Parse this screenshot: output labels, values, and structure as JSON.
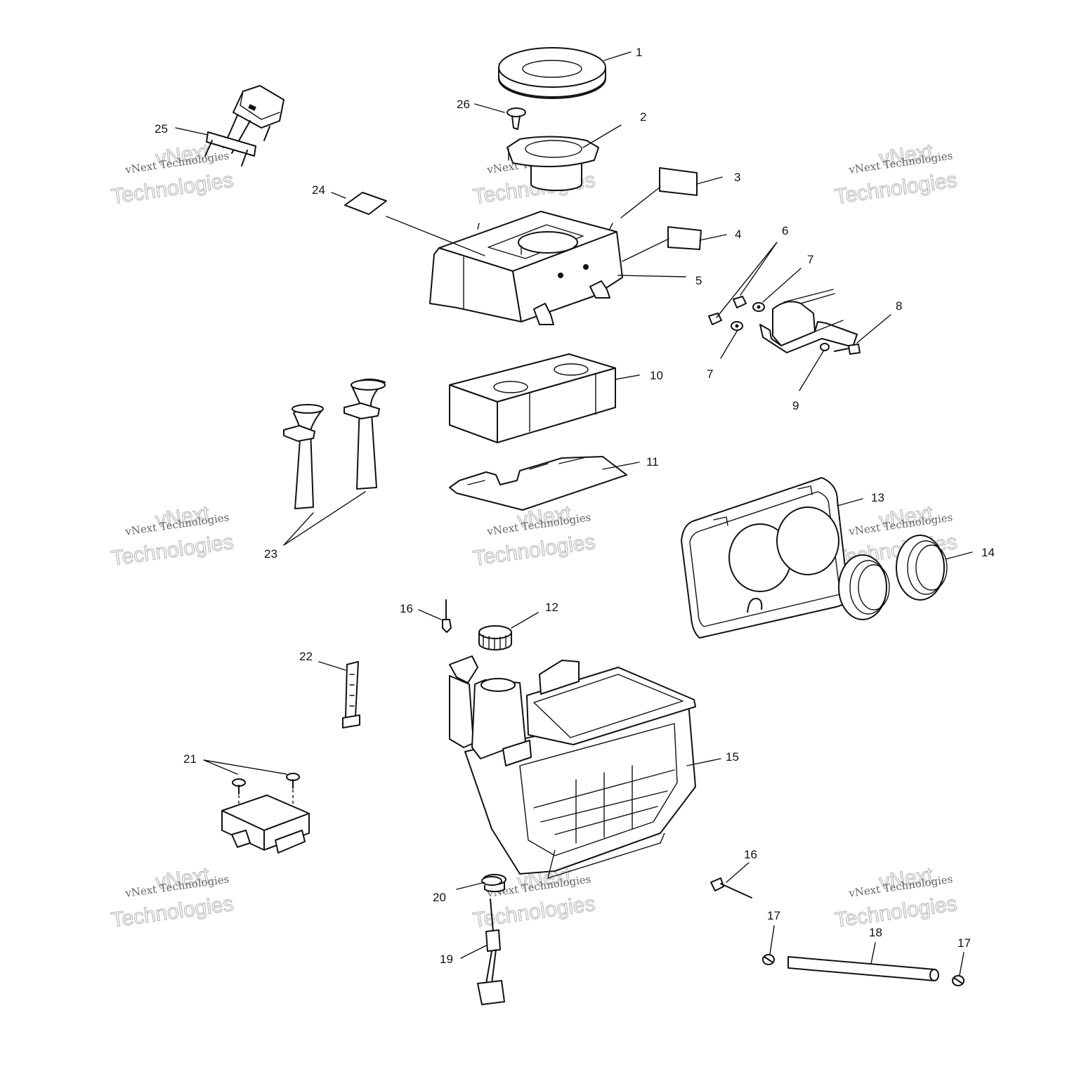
{
  "callouts": {
    "c1": "1",
    "c2": "2",
    "c3": "3",
    "c4": "4",
    "c5": "5",
    "c6": "6",
    "c7a": "7",
    "c7b": "7",
    "c8": "8",
    "c9": "9",
    "c10": "10",
    "c11": "11",
    "c12": "12",
    "c13": "13",
    "c14": "14",
    "c15": "15",
    "c16a": "16",
    "c16b": "16",
    "c17a": "17",
    "c17b": "17",
    "c18": "18",
    "c19": "19",
    "c20": "20",
    "c21": "21",
    "c22": "22",
    "c23": "23",
    "c24": "24",
    "c25": "25",
    "c26": "26"
  },
  "watermark": {
    "brand": "vNext",
    "line": "vNext Technologies",
    "word": "Technologies"
  }
}
